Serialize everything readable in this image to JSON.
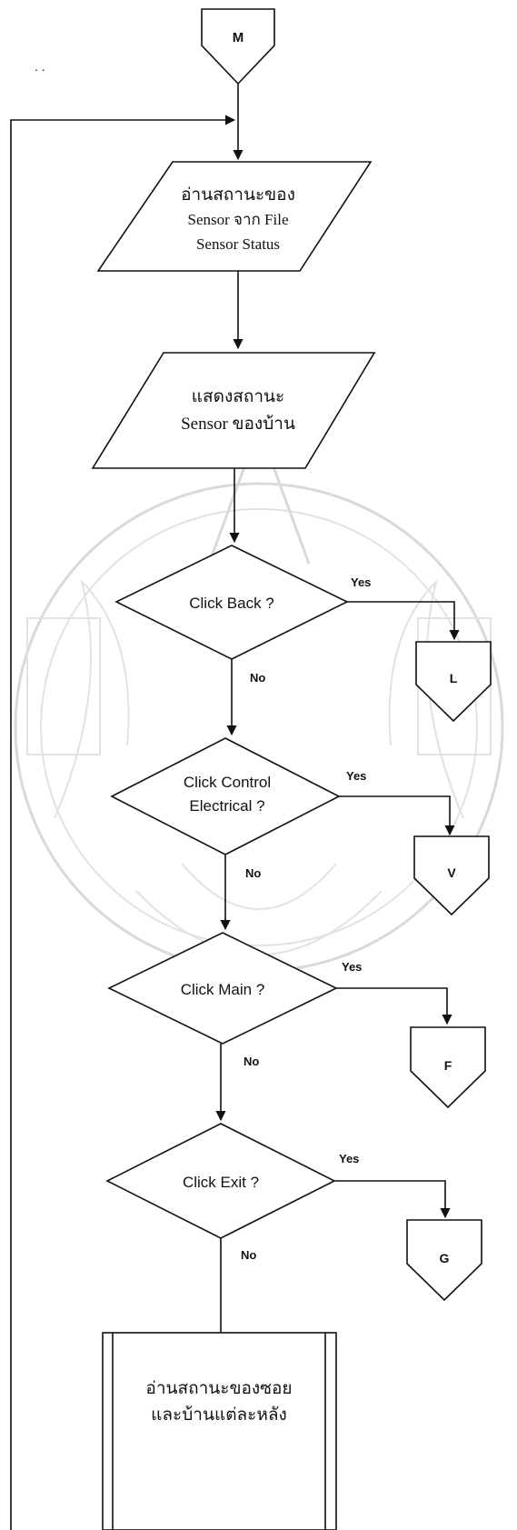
{
  "connectors": {
    "entry": "M",
    "exit_back": "L",
    "exit_control": "V",
    "exit_main": "F",
    "exit_exit": "G"
  },
  "steps": {
    "read_sensor": [
      "อ่านสถานะของ",
      "Sensor จาก File",
      "Sensor Status"
    ],
    "show_sensor": [
      "แสดงสถานะ",
      "Sensor ของบ้าน"
    ],
    "read_alley": [
      "อ่านสถานะของซอย",
      "และบ้านแต่ละหลัง"
    ]
  },
  "decisions": {
    "back": [
      "Click Back ?"
    ],
    "control": [
      "Click Control",
      "Electrical ?"
    ],
    "main": [
      "Click Main ?"
    ],
    "exit": [
      "Click Exit ?"
    ]
  },
  "branch_labels": {
    "yes": "Yes",
    "no": "No"
  },
  "stray_marks": ". ."
}
